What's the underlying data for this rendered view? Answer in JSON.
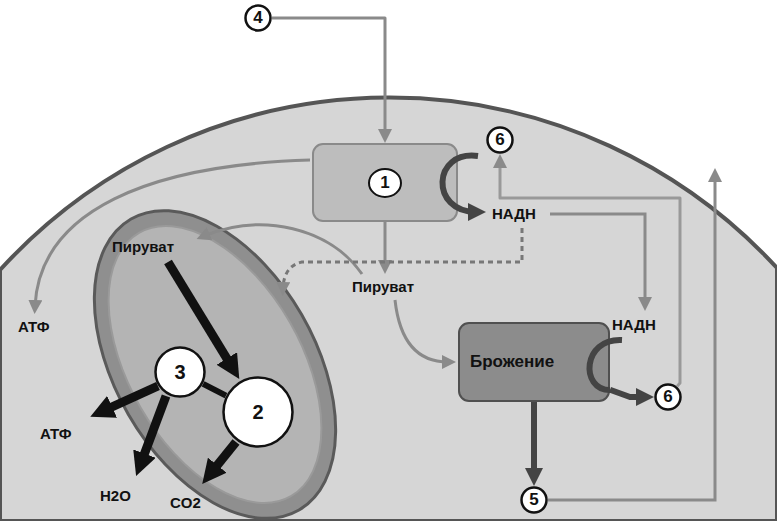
{
  "diagram": {
    "nodes": [
      {
        "text": [
          "4"
        ]
      },
      {
        "text": [
          "1"
        ]
      },
      {
        "text": [
          "6"
        ]
      },
      {
        "text": [
          "Пируват"
        ]
      },
      {
        "text": [
          "3"
        ],
        "in": 3
      },
      {
        "text": [
          "2"
        ],
        "in": 3
      },
      {
        "text": [
          "Брожение"
        ]
      },
      {
        "text": [
          "6"
        ]
      },
      {
        "text": [
          "5"
        ]
      }
    ],
    "edges": [
      {
        "from": 0,
        "to": 1,
        "arrow": "to"
      },
      {
        "from": 4,
        "to": 5,
        "arrow": "none"
      },
      {
        "from": 6,
        "to": 8,
        "arrow": "to"
      },
      {
        "from": 7,
        "to": 2,
        "arrow": "to"
      },
      {
        "from": 6,
        "to": 7,
        "arrow": "to"
      }
    ],
    "labels": [
      "НАДН",
      "АТФ",
      "Пируват",
      "НАДН",
      "АТФ",
      "H2O",
      "CO2"
    ]
  }
}
